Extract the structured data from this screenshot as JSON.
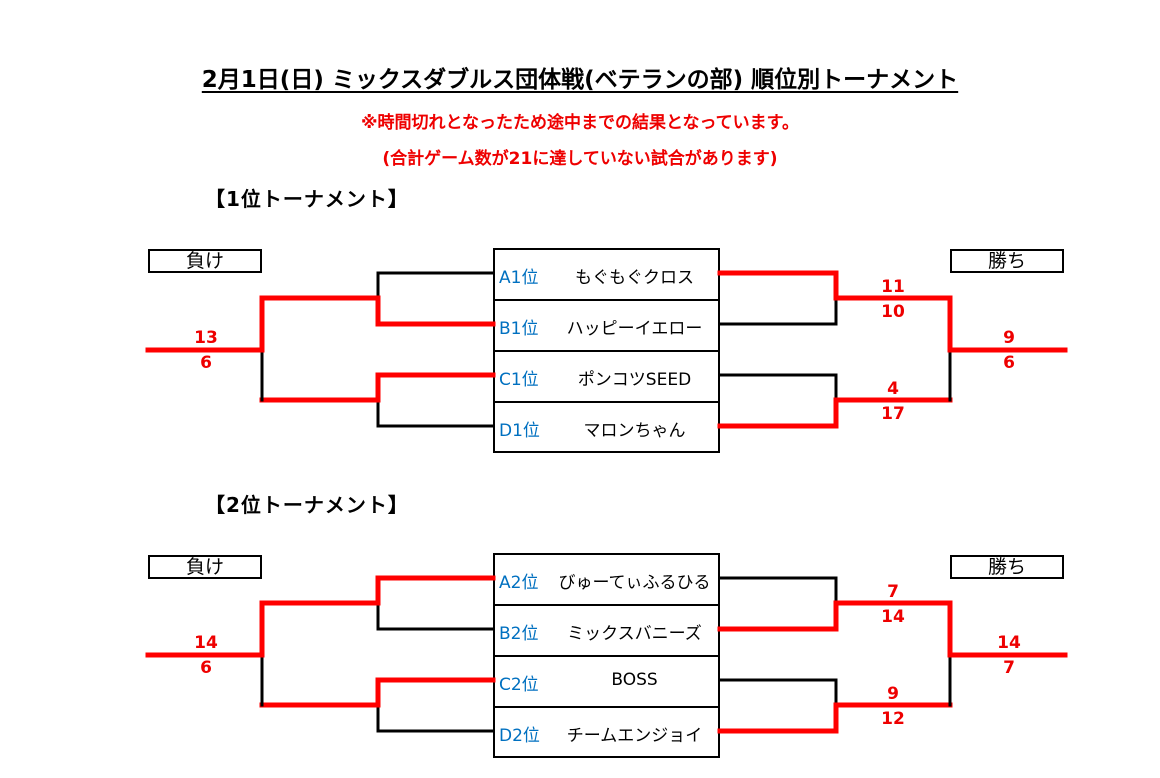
{
  "title": "2月1日(日) ミックスダブルス団体戦(ベテランの部) 順位別トーナメント",
  "notes": [
    "※時間切れとなったため途中までの結果となっています。",
    "(合計ゲーム数が21に達していない試合があります)"
  ],
  "labels": {
    "lose": "負け",
    "win": "勝ち"
  },
  "colors": {
    "win": "#ff0000",
    "normal": "#000000",
    "seed": "#0070c0"
  },
  "tournaments": [
    {
      "heading": "【1位トーナメント】",
      "teams": [
        {
          "seed": "A1位",
          "name": "もぐもぐクロス"
        },
        {
          "seed": "B1位",
          "name": "ハッピーイエロー"
        },
        {
          "seed": "C1位",
          "name": "ポンコツSEED"
        },
        {
          "seed": "D1位",
          "name": "マロンちゃん"
        }
      ],
      "left": {
        "semi_winners": [
          1,
          0
        ],
        "final_winner": 0,
        "final_scores": [
          "13",
          "6"
        ]
      },
      "right": {
        "semi_winners": [
          0,
          1
        ],
        "semi_scores": [
          [
            "11",
            "10"
          ],
          [
            "4",
            "17"
          ]
        ],
        "final_winner": 0,
        "final_scores": [
          "9",
          "6"
        ]
      }
    },
    {
      "heading": "【2位トーナメント】",
      "teams": [
        {
          "seed": "A2位",
          "name": "びゅーてぃふるひる"
        },
        {
          "seed": "B2位",
          "name": "ミックスバニーズ"
        },
        {
          "seed": "C2位",
          "name": "BOSS"
        },
        {
          "seed": "D2位",
          "name": "チームエンジョイ"
        }
      ],
      "left": {
        "semi_winners": [
          0,
          0
        ],
        "final_winner": 0,
        "final_scores": [
          "14",
          "6"
        ]
      },
      "right": {
        "semi_winners": [
          1,
          1
        ],
        "semi_scores": [
          [
            "7",
            "14"
          ],
          [
            "9",
            "12"
          ]
        ],
        "final_winner": 0,
        "final_scores": [
          "14",
          "7"
        ]
      }
    }
  ]
}
